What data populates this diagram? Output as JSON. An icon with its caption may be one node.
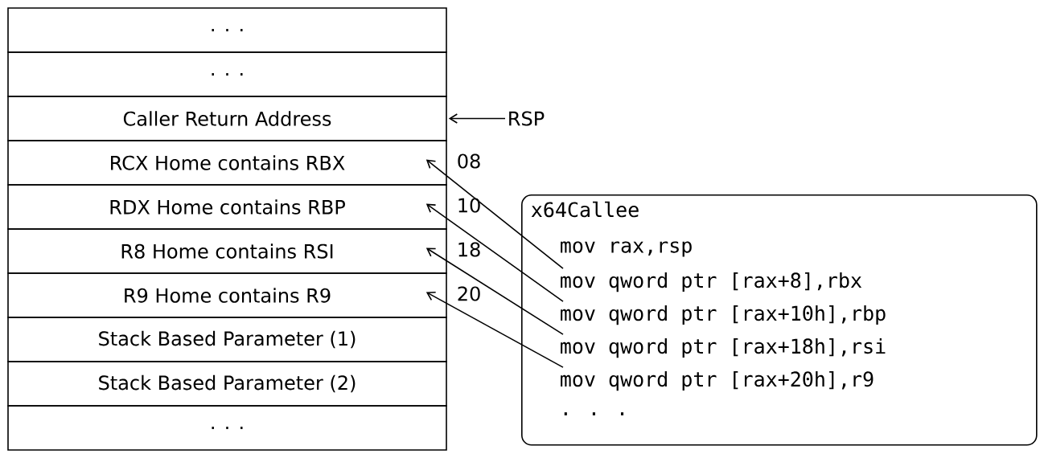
{
  "diagram": {
    "nodes": [
      {
        "text": [
          ". . ."
        ]
      },
      {
        "text": [
          ". . ."
        ]
      },
      {
        "text": [
          "Caller Return Address"
        ]
      },
      {
        "text": [
          "RCX Home contains RBX"
        ]
      },
      {
        "text": [
          "RDX Home contains RBP"
        ]
      },
      {
        "text": [
          "R8 Home contains RSI"
        ]
      },
      {
        "text": [
          "R9 Home contains R9"
        ]
      },
      {
        "text": [
          "Stack Based Parameter (1)"
        ]
      },
      {
        "text": [
          "Stack Based Parameter (2)"
        ]
      },
      {
        "text": [
          ". . ."
        ]
      },
      {
        "text": [
          "RSP"
        ]
      },
      {
        "text": [
          "x64Callee"
        ]
      },
      {
        "text": [
          "mov rax,rsp"
        ],
        "in": 11
      },
      {
        "text": [
          "mov qword ptr [rax+8],rbx"
        ],
        "in": 11
      },
      {
        "text": [
          "mov qword ptr [rax+10h],rbp"
        ],
        "in": 11
      },
      {
        "text": [
          "mov qword ptr [rax+18h],rsi"
        ],
        "in": 11
      },
      {
        "text": [
          "mov qword ptr [rax+20h],r9"
        ],
        "in": 11
      },
      {
        "text": [
          ". . ."
        ],
        "in": 11
      }
    ],
    "edges": [
      {
        "from": 10,
        "to": 2,
        "arrow": "to"
      },
      {
        "from": 13,
        "to": 3,
        "arrow": "to"
      },
      {
        "from": 14,
        "to": 4,
        "arrow": "to"
      },
      {
        "from": 15,
        "to": 5,
        "arrow": "to"
      },
      {
        "from": 16,
        "to": 6,
        "arrow": "to"
      }
    ],
    "labels": [
      "08",
      "10",
      "18",
      "20"
    ]
  }
}
